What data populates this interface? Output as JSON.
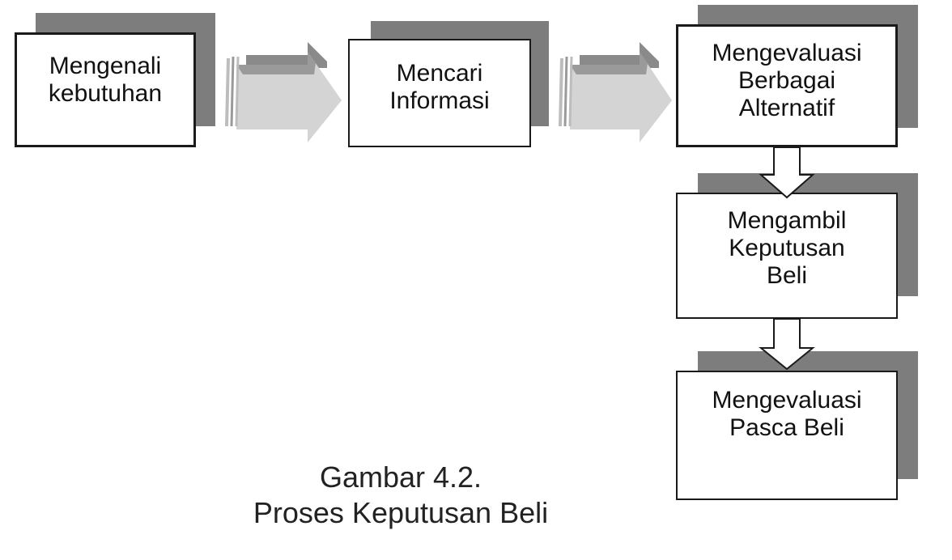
{
  "steps": [
    {
      "label": "Mengenali\nkebutuhan"
    },
    {
      "label": "Mencari\nInformasi"
    },
    {
      "label": "Mengevaluasi\nBerbagai\nAlternatif"
    },
    {
      "label": "Mengambil\nKeputusan\nBeli"
    },
    {
      "label": "Mengevaluasi\nPasca Beli"
    }
  ],
  "caption": {
    "line1": "Gambar 4.2.",
    "line2": "Proses Keputusan Beli"
  },
  "colors": {
    "shadow": "#7d7d7d",
    "arrow_light": "#d4d4d4",
    "arrow_dark": "#8a8a8a",
    "border": "#1a1a1a"
  },
  "icons": [
    "right-arrow-icon",
    "down-arrow-icon"
  ]
}
